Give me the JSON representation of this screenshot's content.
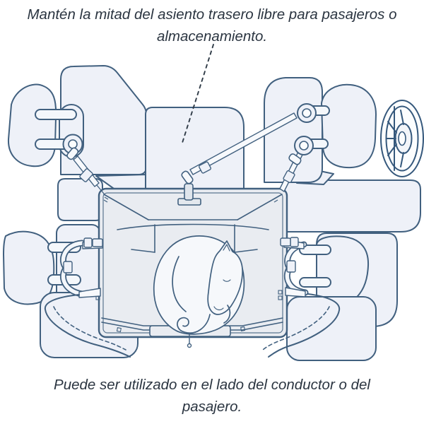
{
  "captions": {
    "top": {
      "lines": [
        "Mantén la mitad del asiento trasero libre para pasajeros o",
        "almacenamiento."
      ]
    },
    "bottom": {
      "lines": [
        "Puede ser utilizado en el lado del conductor o del",
        "pasajero."
      ]
    }
  },
  "illustration": {
    "description": "Vista superior del interior de un coche: hamaca protectora para mascotas instalada en la mitad del asiento trasero con un gato dormido; la otra mitad queda libre.",
    "parts": [
      "rear-seat-free-half",
      "pet-hammock",
      "sleeping-cat",
      "driver-seat",
      "steering-wheel",
      "front-passenger-seat",
      "rear-outboard-seats",
      "headrest-anchor-straps",
      "under-seat-straps",
      "pointer-dotted-line"
    ],
    "colors": {
      "outline": "#41607f",
      "seat_fill": "#eef1f8",
      "hammock_fill": "#e9ecf1",
      "cat_fill": "#f6f8fb",
      "text": "#2b3541"
    }
  }
}
